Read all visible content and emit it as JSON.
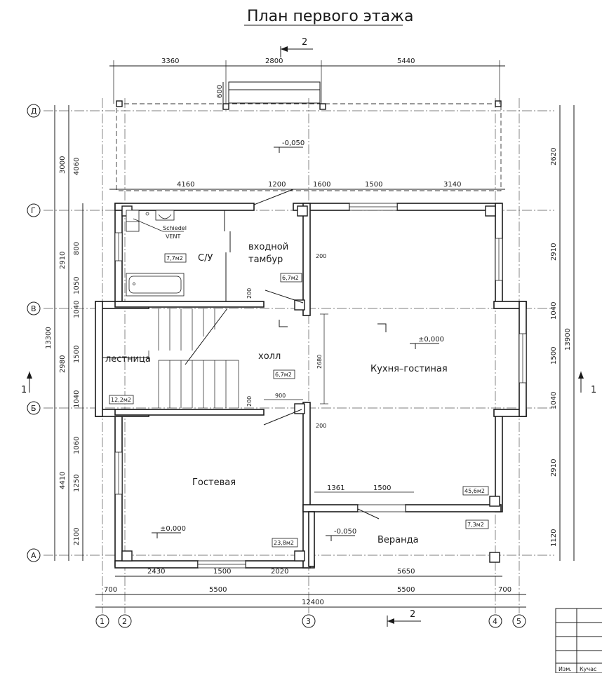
{
  "title": "План первого этажа",
  "section_mark": "2",
  "cut_mark": "1",
  "axes": {
    "letters": [
      "Д",
      "Г",
      "В",
      "Б",
      "А"
    ],
    "numbers": [
      "1",
      "2",
      "3",
      "4",
      "5"
    ]
  },
  "rooms": {
    "entry": "входной",
    "entry2": "тамбур",
    "wc": "С/У",
    "stair": "лестница",
    "hall": "холл",
    "kitchen": "Кухня–гостиная",
    "guest": "Гостевая",
    "veranda": "Веранда"
  },
  "areas": {
    "wc": "7,7м2",
    "entry": "6,7м2",
    "stair": "12,2м2",
    "hall": "6,7м2",
    "kitchen": "45,6м2",
    "veranda": "7,3м2",
    "guest": "23,8м2"
  },
  "levels": {
    "terrace": "-0,050",
    "floor": "±0,000",
    "guest": "±0,000",
    "veranda": "-0,050"
  },
  "vent": [
    "Schiedel",
    "VENT"
  ],
  "dims": {
    "top": [
      "3360",
      "2800",
      "5440"
    ],
    "porch": "600",
    "inner_top": [
      "4160",
      "1200",
      "1600",
      "1500",
      "3140"
    ],
    "left_outer": [
      "3000",
      "4060",
      "13300",
      "4410"
    ],
    "left_mid": [
      "2910",
      "2980"
    ],
    "left_inner": [
      "800",
      "1050",
      "1040",
      "1500",
      "1040",
      "1060",
      "1250",
      "2100"
    ],
    "right_inner": [
      "2620",
      "2910",
      "1040",
      "1500",
      "1040",
      "2910",
      "1120"
    ],
    "right_outer": "13900",
    "misc": [
      "200",
      "200",
      "200",
      "200",
      "2680",
      "900",
      "1361",
      "1500"
    ],
    "bottom_row1": [
      "2430",
      "1500",
      "2020",
      "5650"
    ],
    "bottom_row2": [
      "700",
      "5500",
      "5500",
      "700"
    ],
    "bottom_total": "12400"
  },
  "stamp": {
    "izm": "Изм.",
    "kuch": "Кучас"
  }
}
